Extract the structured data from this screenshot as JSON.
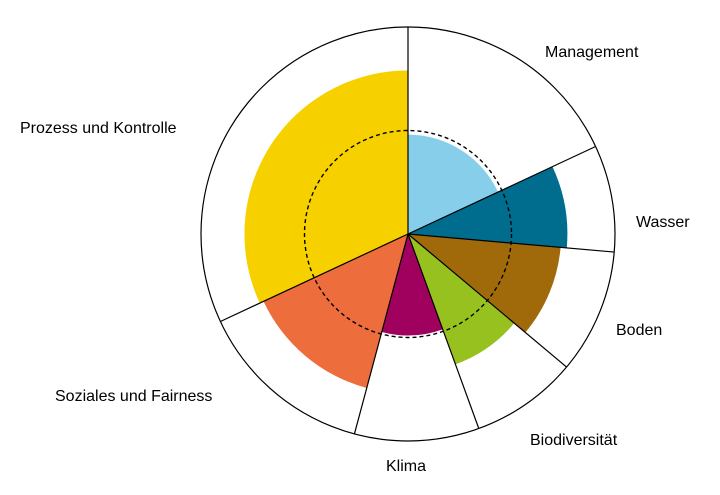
{
  "chart_data": {
    "type": "polar-area",
    "title": "",
    "scale_max": 100,
    "reference_value": 50,
    "series": [
      {
        "label": "Management",
        "value": 48,
        "start_angle": 0,
        "end_angle": 65,
        "color": "#87CEEB"
      },
      {
        "label": "Wasser",
        "value": 77,
        "start_angle": 65,
        "end_angle": 95,
        "color": "#006C8E"
      },
      {
        "label": "Boden",
        "value": 74,
        "start_angle": 95,
        "end_angle": 130,
        "color": "#A0690A"
      },
      {
        "label": "Biodiversität",
        "value": 67,
        "start_angle": 130,
        "end_angle": 160,
        "color": "#97C11F"
      },
      {
        "label": "Klima",
        "value": 49,
        "start_angle": 160,
        "end_angle": 195,
        "color": "#A0005E"
      },
      {
        "label": "Soziales und Fairness",
        "value": 77,
        "start_angle": 195,
        "end_angle": 245,
        "color": "#EE6D3C"
      },
      {
        "label": "Prozess und Kontrolle",
        "value": 79,
        "start_angle": 245,
        "end_angle": 360,
        "color": "#F7D000"
      }
    ]
  }
}
